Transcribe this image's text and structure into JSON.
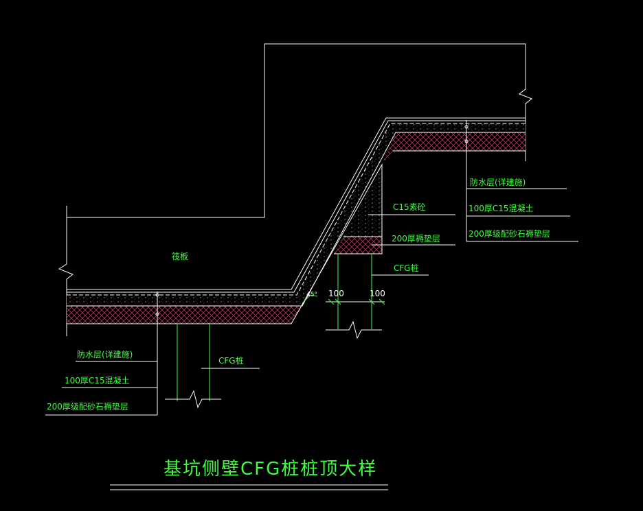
{
  "drawing": {
    "title": "基坑侧壁CFG桩桩顶大样",
    "raft_label": "筏板",
    "right_labels": {
      "waterproof": "防水层(详建施)",
      "concrete": "100厚C15混凝土",
      "cushion": "200厚级配砂石褥垫层"
    },
    "left_labels": {
      "waterproof": "防水层(详建施)",
      "concrete": "100厚C15混凝土",
      "cushion": "200厚级配砂石褥垫层"
    },
    "slope_labels": {
      "plain_concrete": "C15素砼",
      "cushion": "200厚褥垫层",
      "cfg_pile": "CFG桩"
    },
    "bottom_cfg_label": "CFG桩",
    "dim_left": "100",
    "dim_right": "100",
    "dim_small": "45°"
  },
  "colors": {
    "background": "#000000",
    "linework": "#ffffff",
    "annotation": "#3fff3f",
    "hatch": "#b03a5a"
  }
}
